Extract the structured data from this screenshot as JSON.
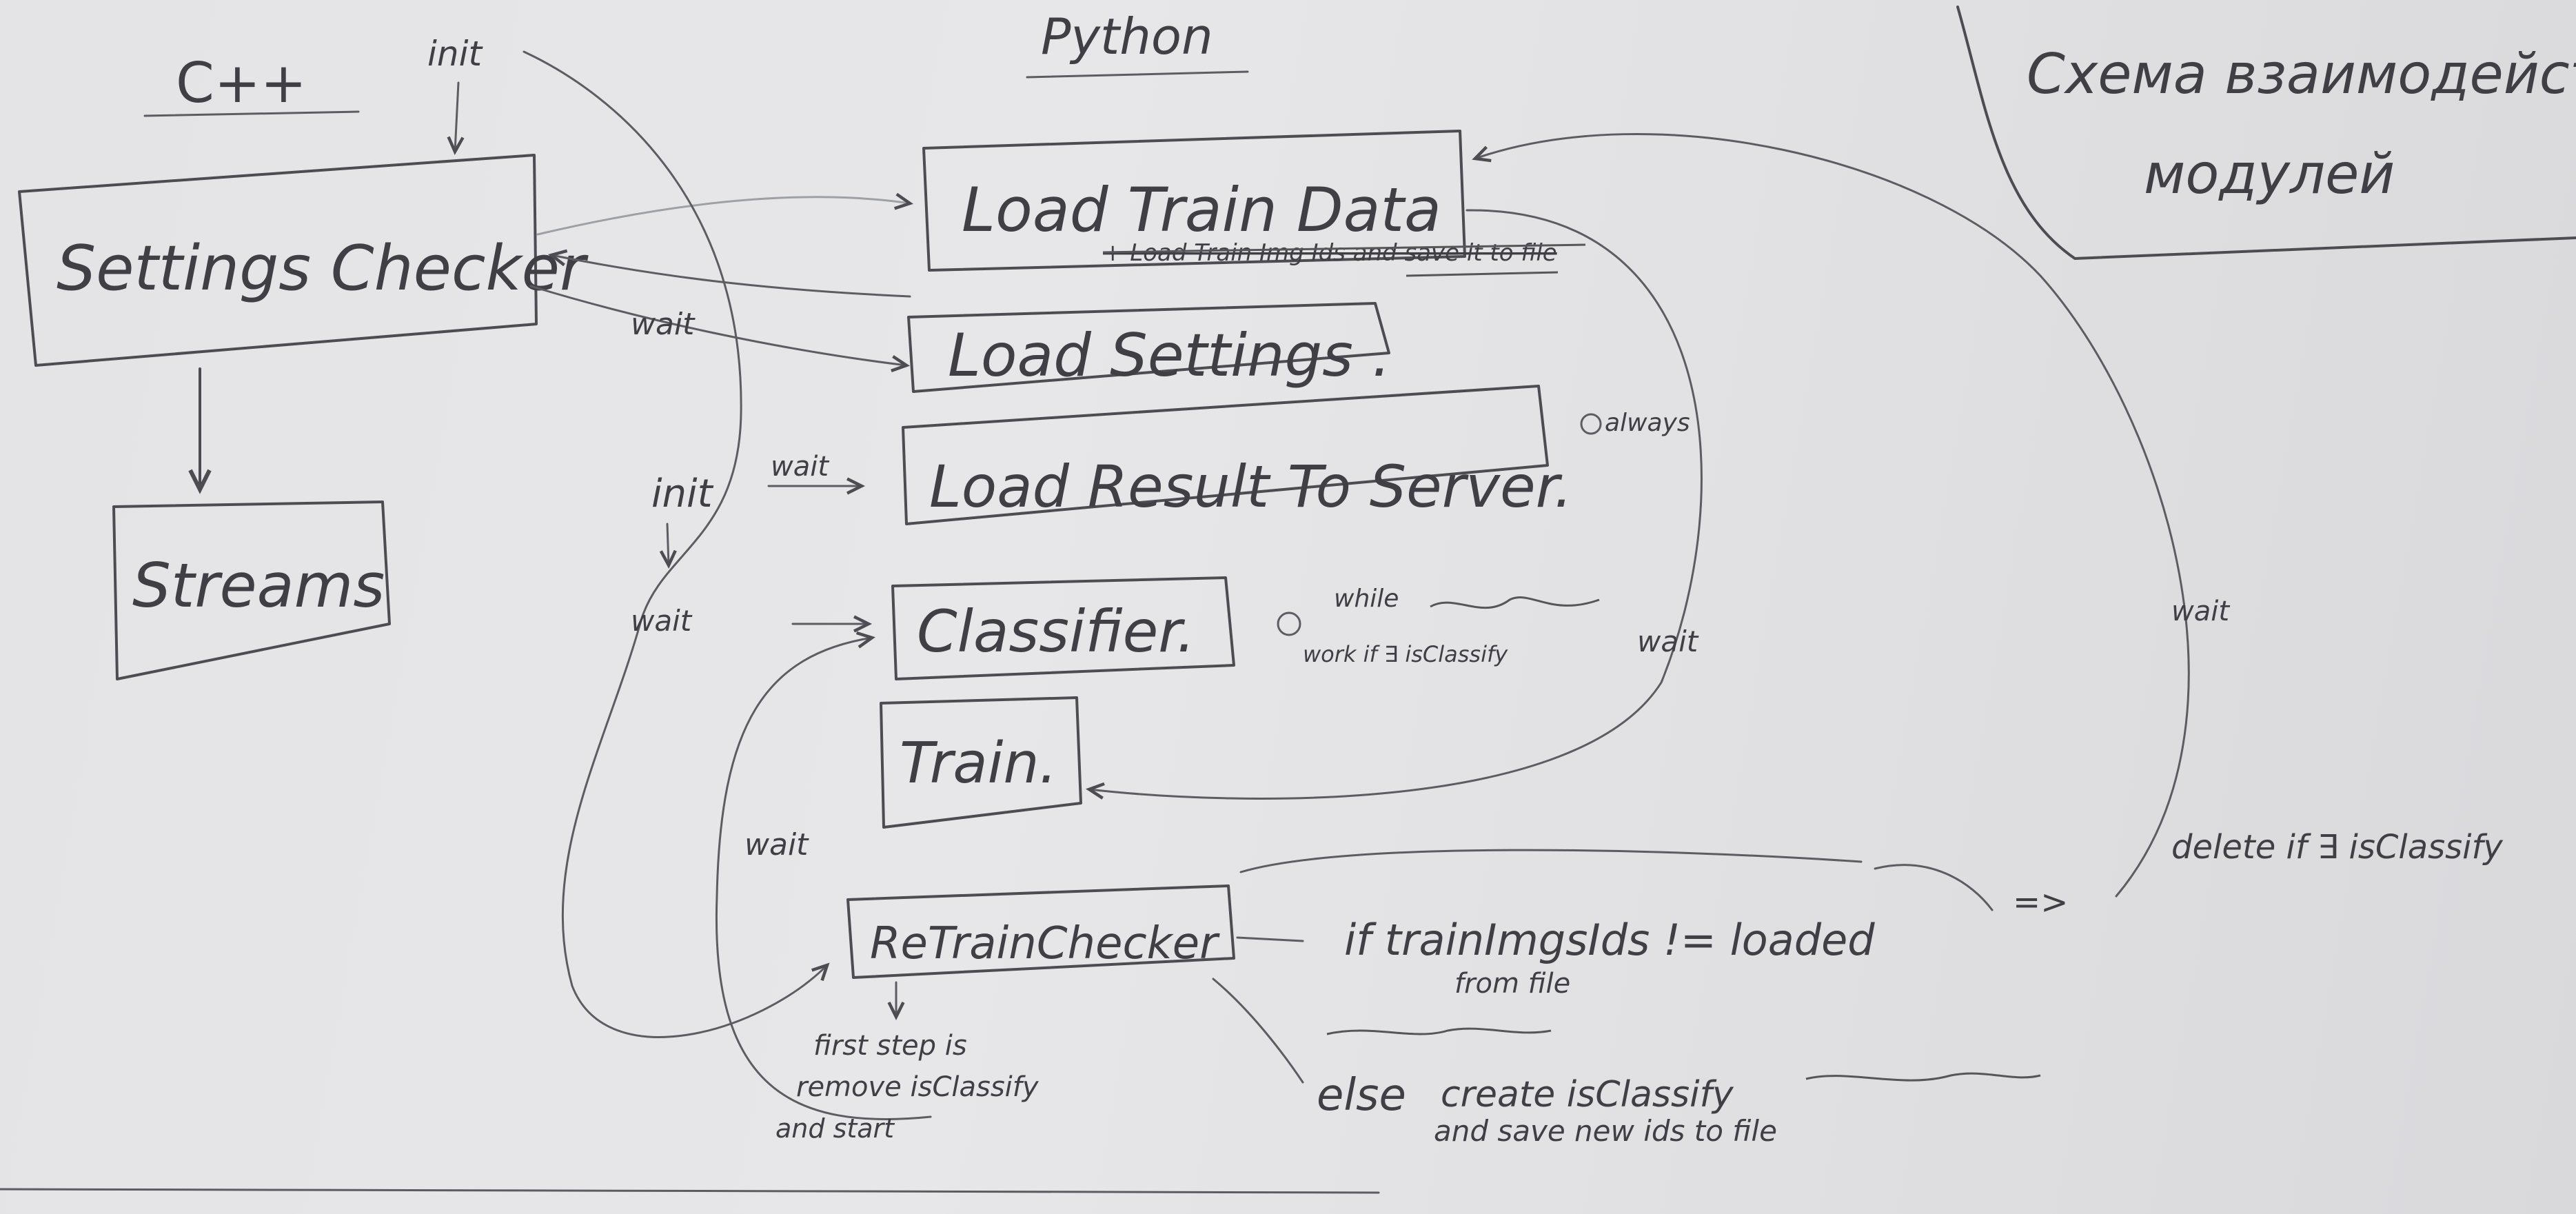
{
  "headings": {
    "cpp": "C++",
    "python": "Python",
    "title_line1": "Схема взаимодейств",
    "title_line2": "модулей"
  },
  "boxes": {
    "settings_checker": "Settings Checker",
    "streams": "Streams",
    "load_train_data": "Load Train Data",
    "load_train_data_struck": "+ Load Train Img Ids and save it to file",
    "load_settings": "Load Settings .",
    "load_result_to_server": "Load Result To Server.",
    "classifier": "Classifier.",
    "train": "Train.",
    "retrain_checker": "ReTrainChecker"
  },
  "labels": {
    "init_top": "init",
    "wait_settings": "wait",
    "init_left": "init",
    "wait_result": "wait",
    "wait_classifier_left": "wait",
    "always": "always",
    "while": "while",
    "work_if": "work if ∃ isClassify",
    "wait_train": "wait",
    "wait_retrain": "wait",
    "wait_far": "wait",
    "delete_if": "delete if ∃ isClassify",
    "if_train": "if  trainImgsIds != loaded",
    "from_file": "from file",
    "implies": "=>",
    "else": "else",
    "create_is_classify": "create  isClassify",
    "save_ids": "and save new ids to file",
    "first_step_1": "first step is",
    "first_step_2": "remove isClassify",
    "first_step_3": "and start"
  },
  "colors": {
    "paper": "#e4e4e6",
    "pencil": "#4c4c52"
  }
}
